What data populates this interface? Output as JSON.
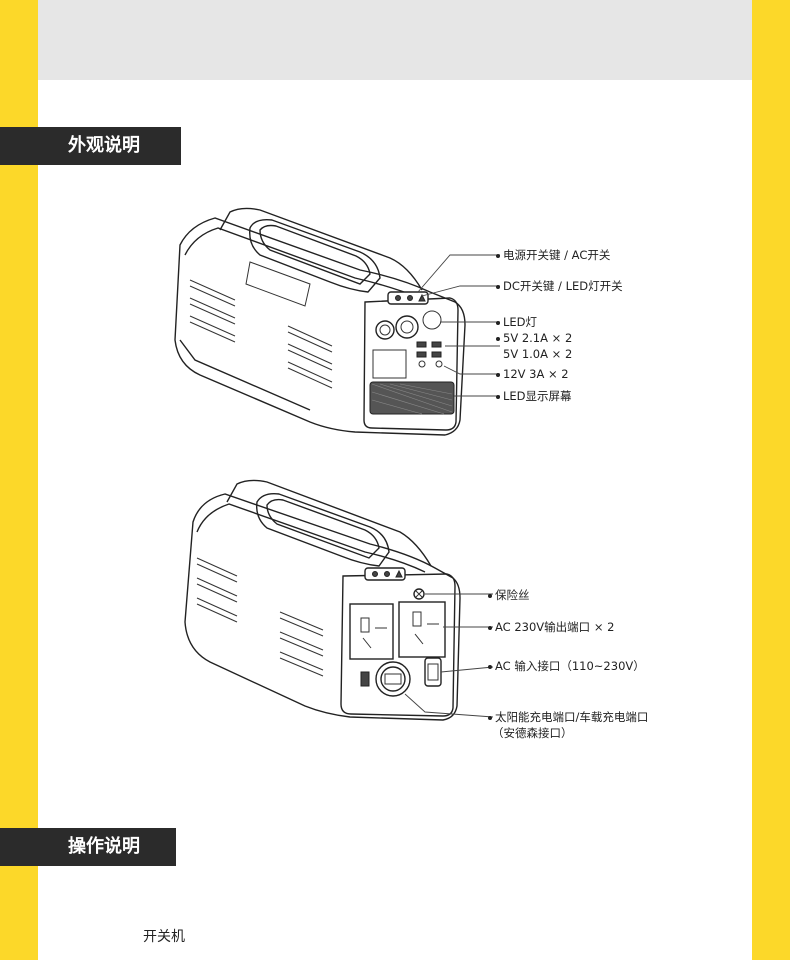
{
  "sections": {
    "appearance_title": "外观说明",
    "operation_title": "操作说明"
  },
  "front_view": {
    "callouts": {
      "power_switch": "电源开关键 / AC开关",
      "dc_switch": "DC开关键 / LED灯开关",
      "led_light": "LED灯",
      "usb_1": "5V 2.1A × 2",
      "usb_2": "5V 1.0A × 2",
      "dc_12v": "12V 3A × 2",
      "led_display": "LED显示屏幕"
    }
  },
  "back_view": {
    "callouts": {
      "fuse": "保险丝",
      "ac_output": "AC 230V输出端口 × 2",
      "ac_input": "AC 输入接口（110~230V）",
      "solar_port_line1": "太阳能充电端口/车载充电端口",
      "solar_port_line2": "（安德森接口）"
    }
  },
  "operation": {
    "power_on_heading": "开关机"
  },
  "colors": {
    "accent_yellow": "#fcd829",
    "header_bg": "#2b2b2b",
    "top_band": "#e6e6e6"
  }
}
